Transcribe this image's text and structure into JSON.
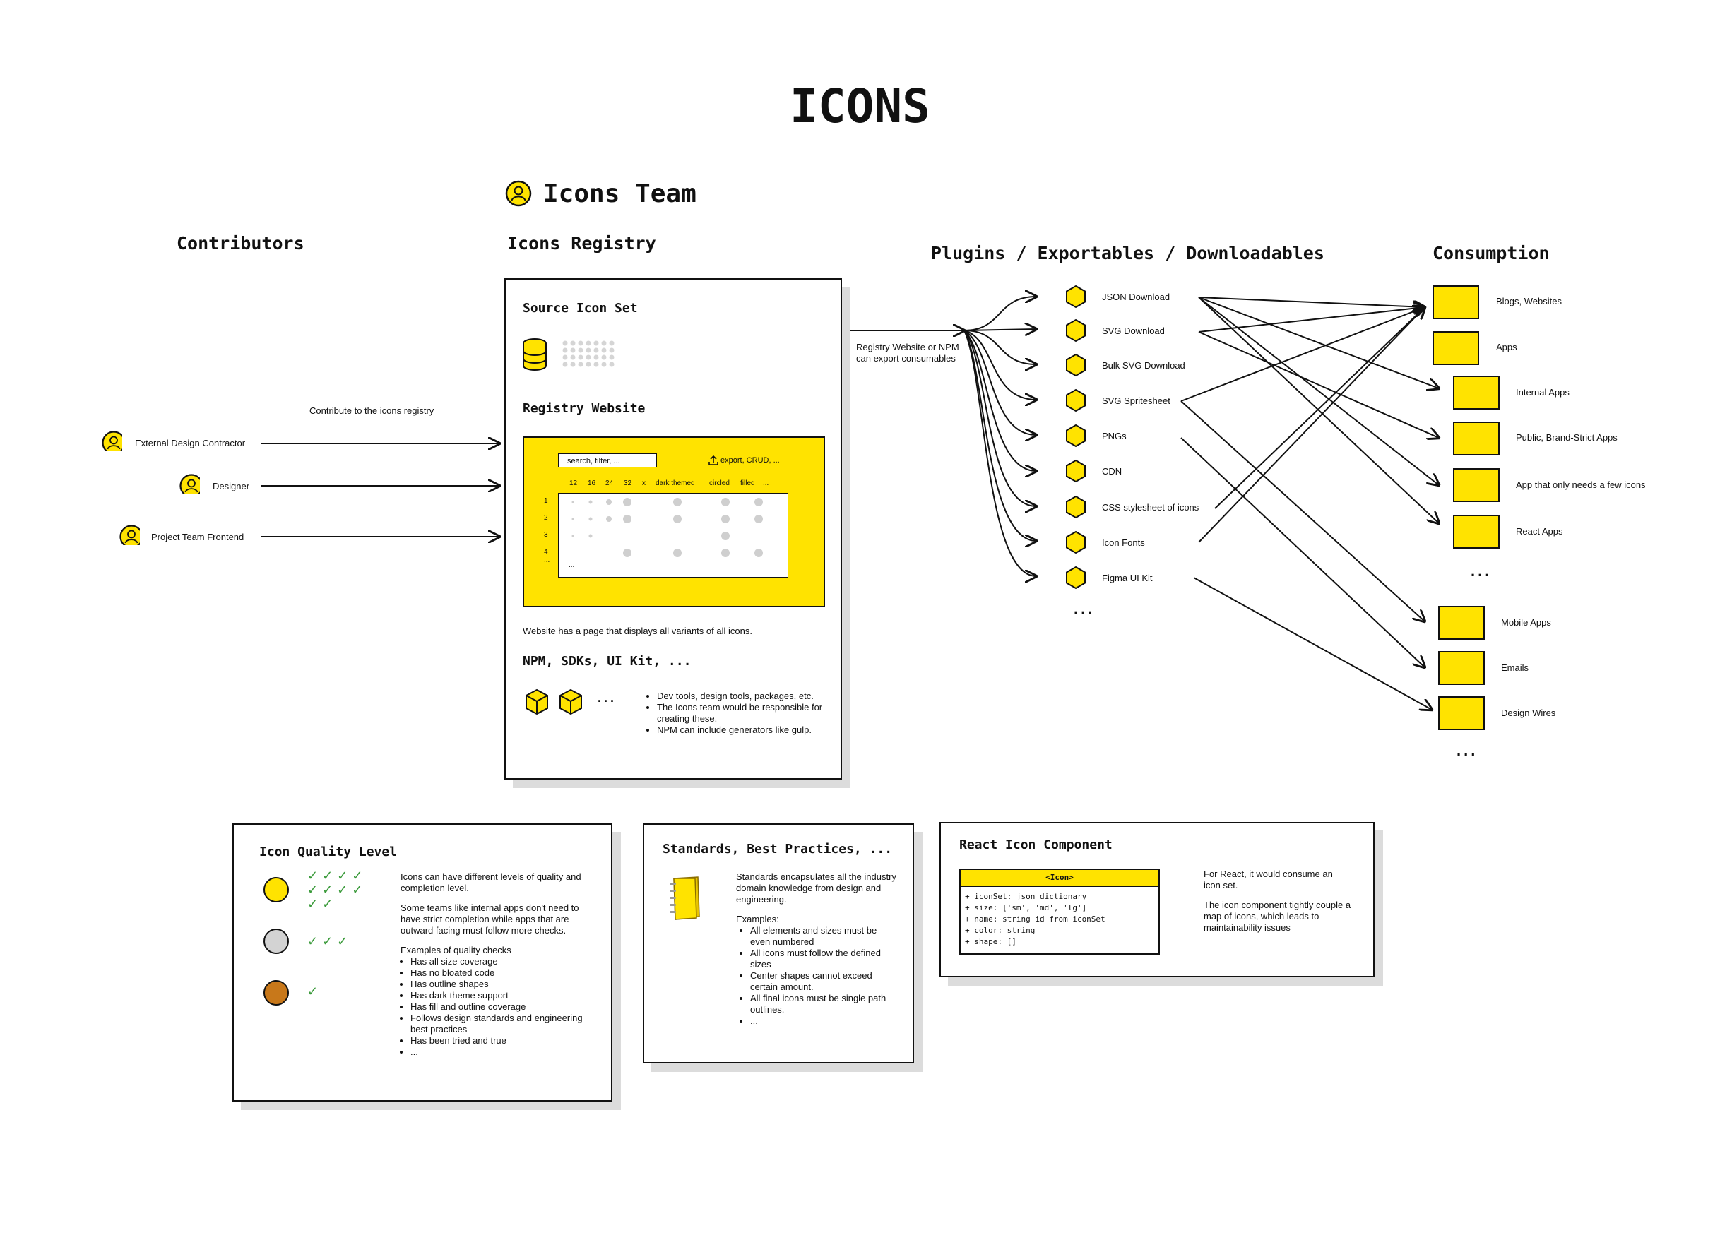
{
  "title": "ICONS",
  "team": "Icons Team",
  "sections": {
    "contributors": "Contributors",
    "registry": "Icons Registry",
    "plugins": "Plugins / Exportables / Downloadables",
    "consumption": "Consumption"
  },
  "contributors": {
    "note": "Contribute to the icons registry",
    "items": [
      "External Design Contractor",
      "Designer",
      "Project Team Frontend"
    ]
  },
  "registry": {
    "source_title": "Source Icon Set",
    "website_title": "Registry Website",
    "search_placeholder": "search, filter, ...",
    "export_label": "export, CRUD, ...",
    "columns": [
      "12",
      "16",
      "24",
      "32",
      "x",
      "dark themed",
      "circled",
      "filled",
      "..."
    ],
    "rows": [
      "1",
      "2",
      "3",
      "4",
      "..."
    ],
    "table_more": "...",
    "website_desc": "Website has a page that displays all variants of all icons.",
    "npm_title": "NPM, SDKs, UI Kit, ...",
    "npm_more": "...",
    "npm_bullets": [
      "Dev tools, design tools, packages, etc.",
      "The Icons team would be responsible for creating these.",
      "NPM can include generators like gulp."
    ]
  },
  "export_note": "Registry Website or NPM can export consumables",
  "plugins": [
    "JSON Download",
    "SVG Download",
    "Bulk SVG Download",
    "SVG Spritesheet",
    "PNGs",
    "CDN",
    "CSS stylesheet of icons",
    "Icon Fonts",
    "Figma UI Kit"
  ],
  "plugins_more": "...",
  "consumption": {
    "group1": [
      "Blogs, Websites",
      "Apps"
    ],
    "group2": [
      "Internal Apps",
      "Public, Brand-Strict Apps",
      "App that only needs a few icons",
      "React Apps"
    ],
    "group3": [
      "Mobile Apps",
      "Emails",
      "Design Wires"
    ],
    "more1": "...",
    "more2": "..."
  },
  "quality": {
    "title": "Icon Quality Level",
    "para1": "Icons can have different levels of quality and completion level.",
    "para2": "Some teams like internal apps don't need to have strict completion while apps that are outward facing must follow more checks.",
    "examples_label": "Examples of quality checks",
    "checks": [
      "Has all size coverage",
      "Has no bloated code",
      "Has outline shapes",
      "Has dark theme support",
      "Has fill and outline coverage",
      "Follows design standards and engineering best practices",
      "Has been tried and true",
      "..."
    ],
    "levels": [
      {
        "color": "#FFE300",
        "marks": "✓✓✓✓ ✓✓✓✓ ✓✓"
      },
      {
        "color": "#D3D3D3",
        "marks": "✓✓✓"
      },
      {
        "color": "#C8781A",
        "marks": "✓"
      }
    ]
  },
  "standards": {
    "title": "Standards, Best Practices, ...",
    "para": "Standards encapsulates all the industry domain knowledge from design and engineering.",
    "examples_label": "Examples:",
    "items": [
      "All elements and sizes must be even numbered",
      "All icons must follow the defined sizes",
      "Center shapes cannot exceed certain amount.",
      "All final icons must be single path outlines.",
      "..."
    ]
  },
  "react": {
    "title": "React Icon Component",
    "class_name": "<Icon>",
    "props": [
      "+ iconSet: json dictionary",
      "+ size: ['sm', 'md', 'lg']",
      "+ name: string id from iconSet",
      "+ color: string",
      "+ shape: []"
    ],
    "para1": "For React, it would consume an icon set.",
    "para2": "The icon component tightly couple a map of icons, which leads to maintainability issues"
  },
  "colors": {
    "accent": "#FFE300",
    "ink": "#111111",
    "shadow": "#DCDCDC",
    "check": "#3A9A3A"
  }
}
